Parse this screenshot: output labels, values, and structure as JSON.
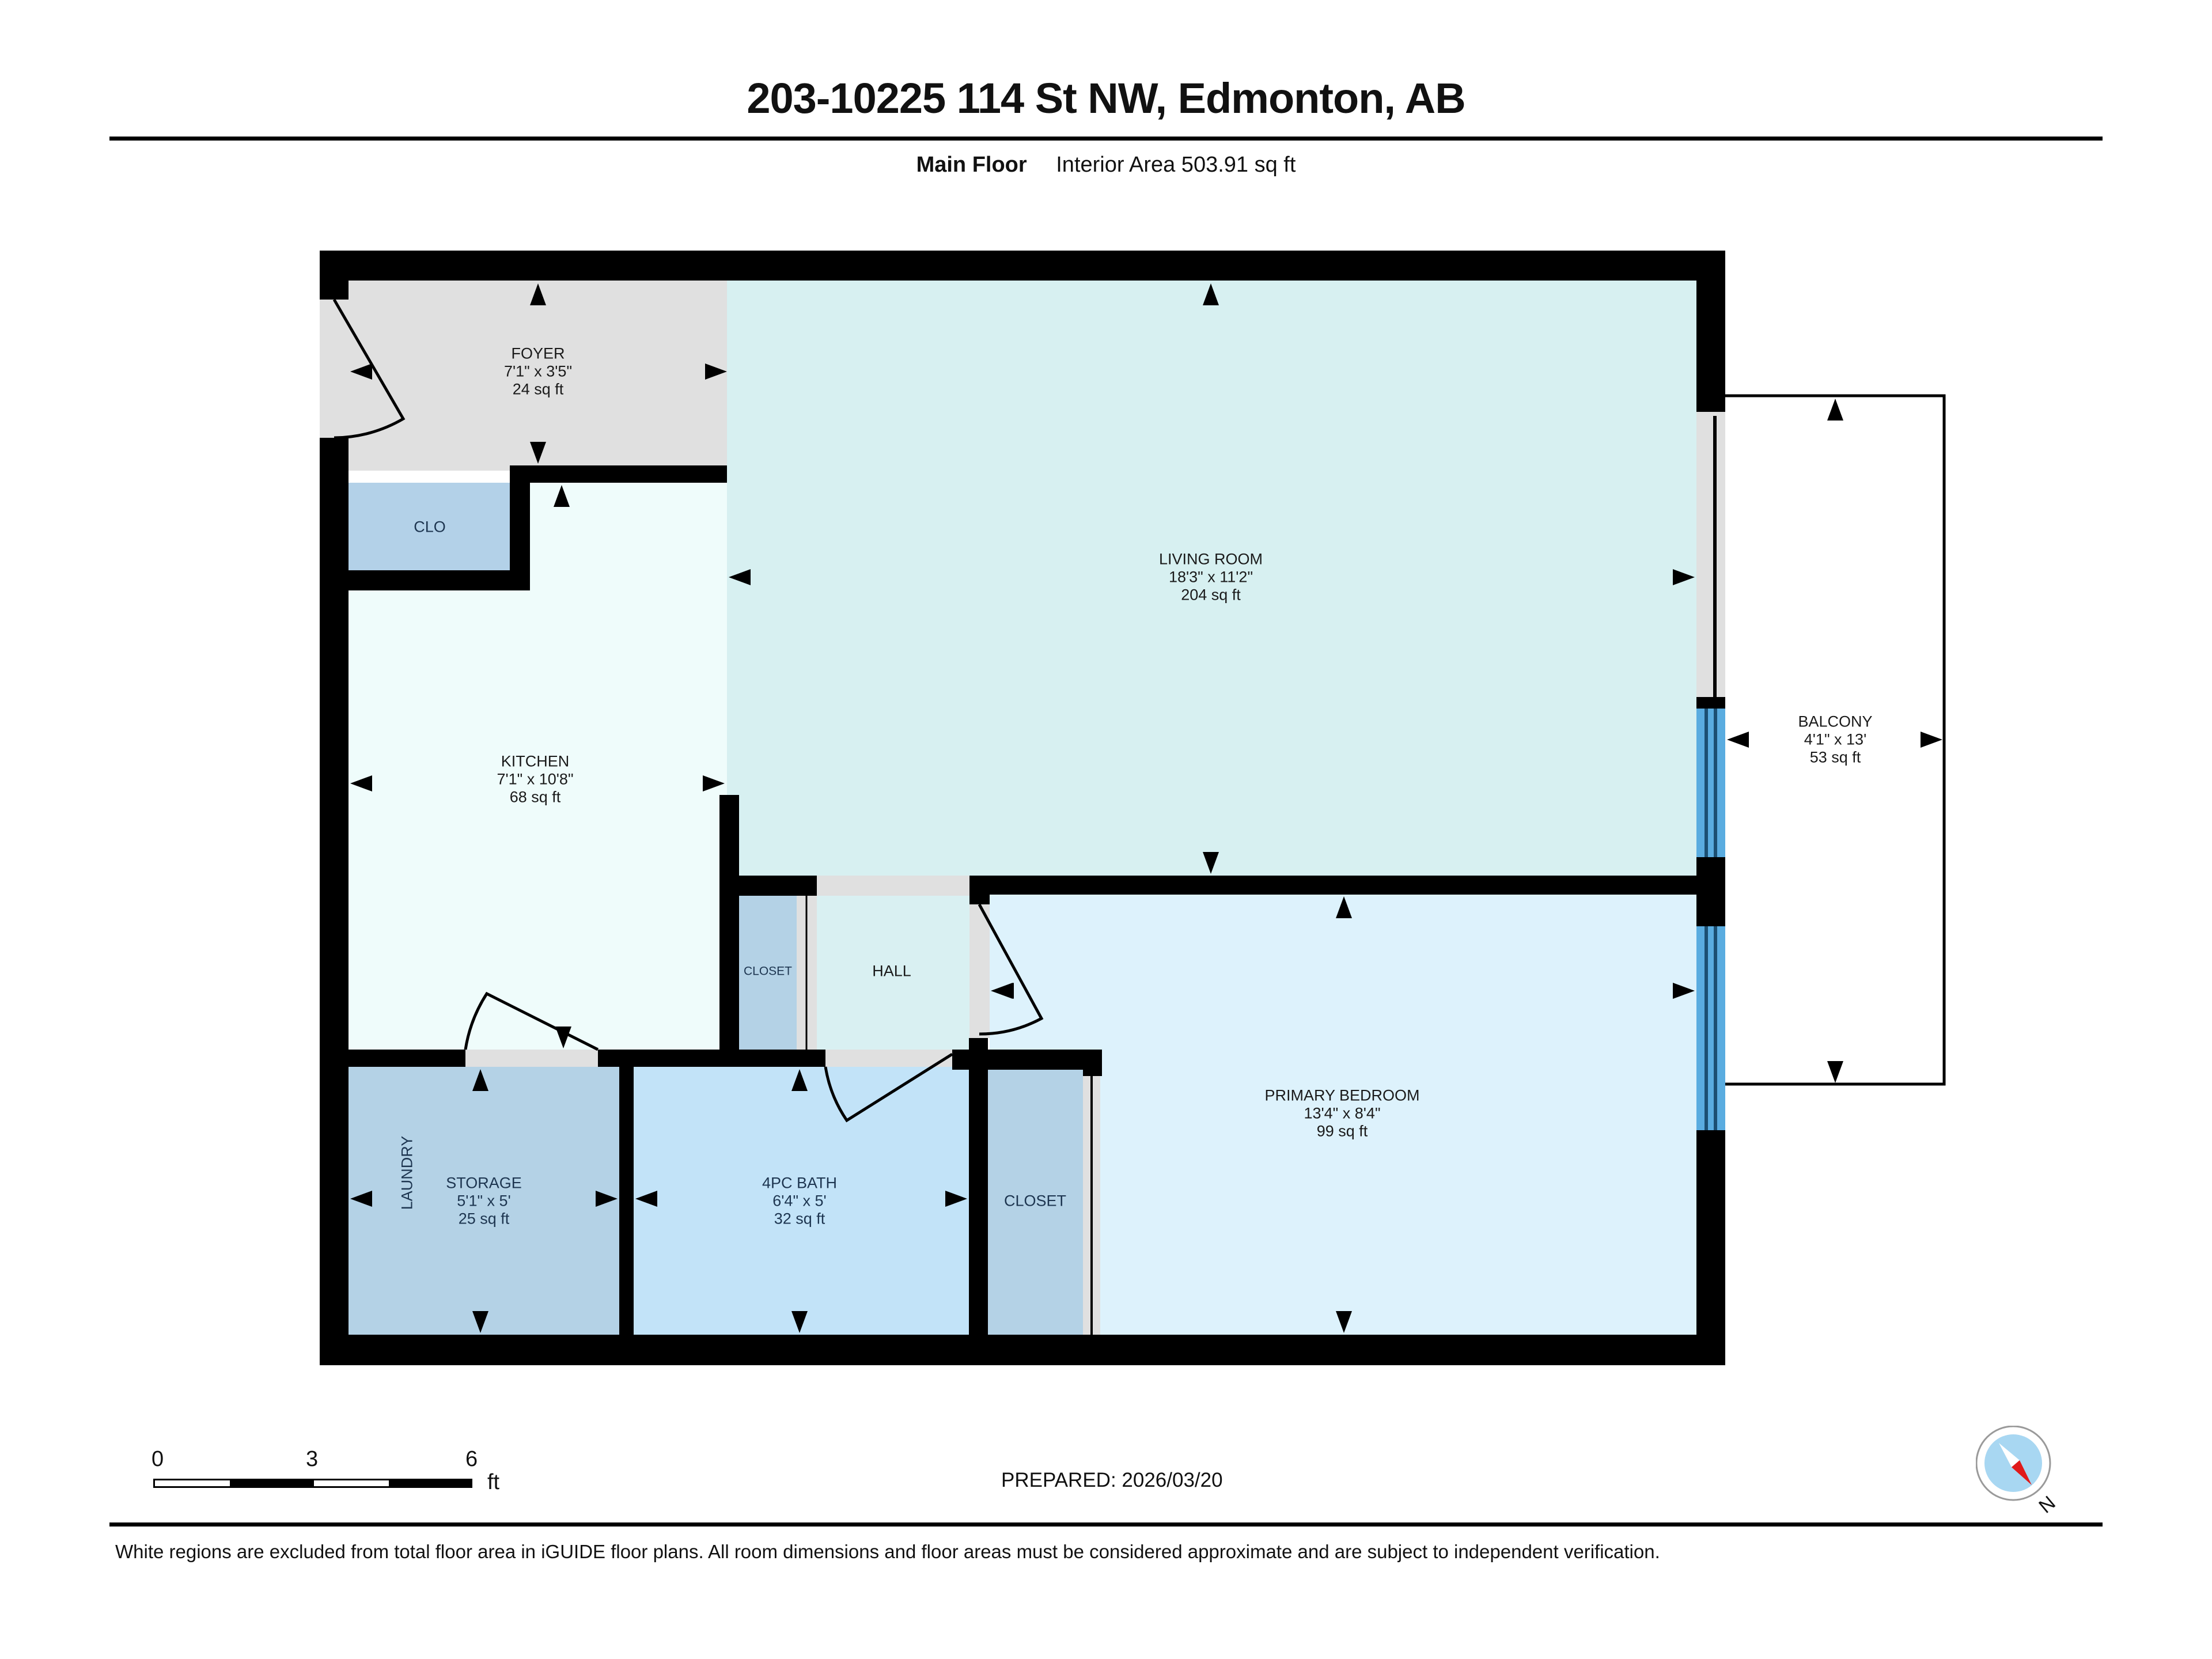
{
  "header": {
    "title": "203-10225 114 St NW, Edmonton, AB",
    "floor_label": "Main Floor",
    "interior_area": "Interior Area 503.91 sq ft"
  },
  "rooms": {
    "foyer": {
      "name": "FOYER",
      "dim": "7'1\" x 3'5\"",
      "area": "24 sq ft"
    },
    "clo": {
      "name": "CLO"
    },
    "kitchen": {
      "name": "KITCHEN",
      "dim": "7'1\" x 10'8\"",
      "area": "68 sq ft"
    },
    "living": {
      "name": "LIVING ROOM",
      "dim": "18'3\" x 11'2\"",
      "area": "204 sq ft"
    },
    "balcony": {
      "name": "BALCONY",
      "dim": "4'1\" x 13'",
      "area": "53 sq ft"
    },
    "hall_closet": {
      "name": "CLOSET"
    },
    "hall": {
      "name": "HALL"
    },
    "storage": {
      "name": "STORAGE",
      "dim": "5'1\" x 5'",
      "area": "25 sq ft",
      "sublabel": "LAUNDRY"
    },
    "bath": {
      "name": "4PC BATH",
      "dim": "6'4\" x 5'",
      "area": "32 sq ft"
    },
    "bedroom_closet": {
      "name": "CLOSET"
    },
    "bedroom": {
      "name": "PRIMARY BEDROOM",
      "dim": "13'4\" x 8'4\"",
      "area": "99 sq ft"
    }
  },
  "colors": {
    "foyer": "#e0e0e0",
    "clo": "#b3d1e8",
    "kitchen": "#effcfb",
    "living": "#d7f0f1",
    "hall": "#d9f0f2",
    "closet": "#b4d2e6",
    "storage": "#b4d2e6",
    "bath": "#c2e3f8",
    "bedroom": "#ddf2fc",
    "window": "#5aace0",
    "door_gap": "#e0e0e0"
  },
  "scale_bar": {
    "ticks": [
      "0",
      "3",
      "6"
    ],
    "unit": "ft"
  },
  "prepared": "PREPARED: 2026/03/20",
  "compass": {
    "label": "N"
  },
  "footer": {
    "note": "White regions are excluded from total floor area in iGUIDE floor plans. All room dimensions and floor areas must be considered approximate and are subject to independent verification."
  }
}
